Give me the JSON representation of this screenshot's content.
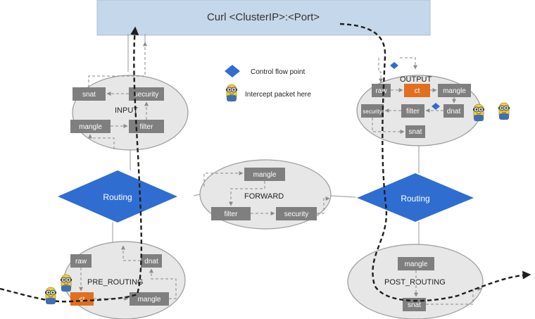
{
  "header": {
    "curl_label": "Curl <ClusterIP>:<Port>"
  },
  "legend": {
    "diamond_label": "Control flow point",
    "minion_label": "Intercept packet here",
    "diamond_icon": "blue-diamond",
    "minion_icon": "minion"
  },
  "chains": {
    "input": "INPUT",
    "forward": "FORWARD",
    "output": "OUTPUT",
    "pre_routing": "PRE_ROUTING",
    "post_routing": "POST_ROUTING"
  },
  "routing": {
    "left": "Routing",
    "right": "Routing"
  },
  "tables": {
    "input": {
      "snat": "snat",
      "security": "security",
      "mangle": "mangle",
      "filter": "filter"
    },
    "forward": {
      "mangle": "mangle",
      "filter": "filter",
      "security": "security"
    },
    "output": {
      "raw": "raw",
      "ct": "ct",
      "mangle": "mangle",
      "security": "security",
      "filter": "filter",
      "dnat": "dnat",
      "snat": "snat"
    },
    "pre_routing": {
      "raw": "raw",
      "dnat": "dnat",
      "ct": "ct",
      "mangle": "mangle"
    },
    "post_routing": {
      "mangle": "mangle",
      "snat": "snat"
    }
  },
  "colors": {
    "curl_box": "#c5d7ea",
    "ellipse": "#e7e7e7",
    "table_box": "#7f7f7f",
    "ct_box": "#e0701f",
    "routing_diamond": "#2f6ed0"
  }
}
